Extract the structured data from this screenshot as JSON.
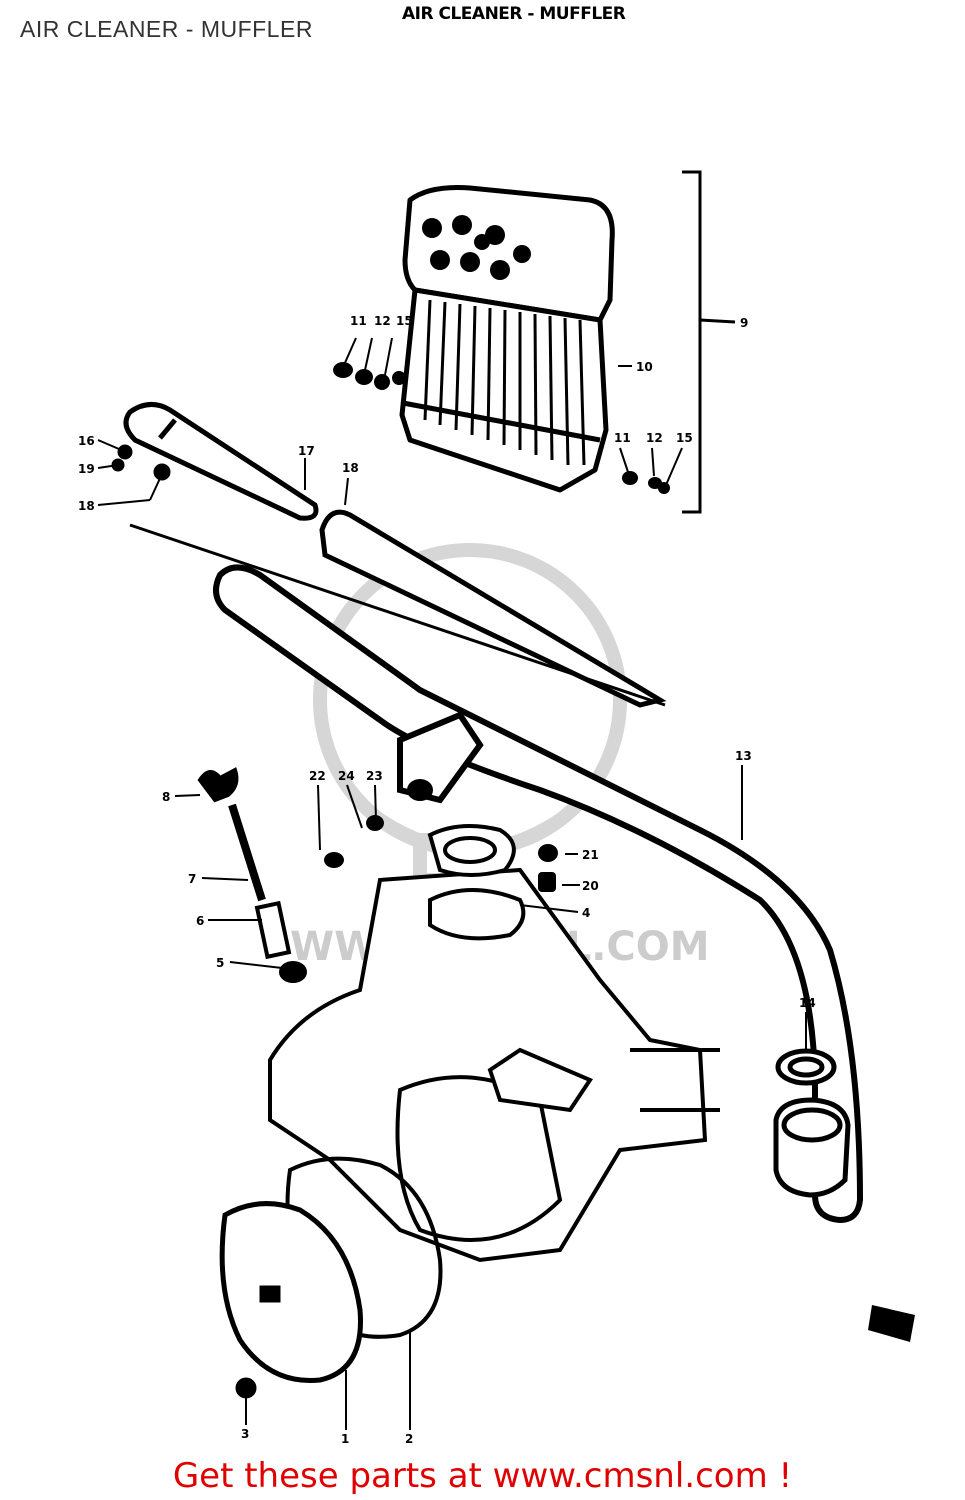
{
  "page": {
    "title": "AIR CLEANER - MUFFLER",
    "diagram_header": "AIR CLEANER - MUFFLER",
    "footer_text": "Get these parts at www.cmsnl.com !",
    "footer_color": "#e00000"
  },
  "watermark": {
    "text": "WWW.CMSNL.COM",
    "color": "#cccccc"
  },
  "callouts": [
    "9",
    "10",
    "11",
    "12",
    "15",
    "11",
    "12",
    "15",
    "16",
    "19",
    "18",
    "17",
    "13",
    "18",
    "22",
    "24",
    "23",
    "21",
    "20",
    "4",
    "8",
    "7",
    "6",
    "5",
    "14",
    "3",
    "1",
    "2"
  ],
  "parts": {
    "air_cleaner": "air-cleaner-assembly",
    "exhaust_pipe": "exhaust-pipe",
    "muffler": "muffler",
    "crankcase": "engine-crankcase",
    "cover": "crankcase-cover",
    "gasket": "cover-gasket"
  }
}
